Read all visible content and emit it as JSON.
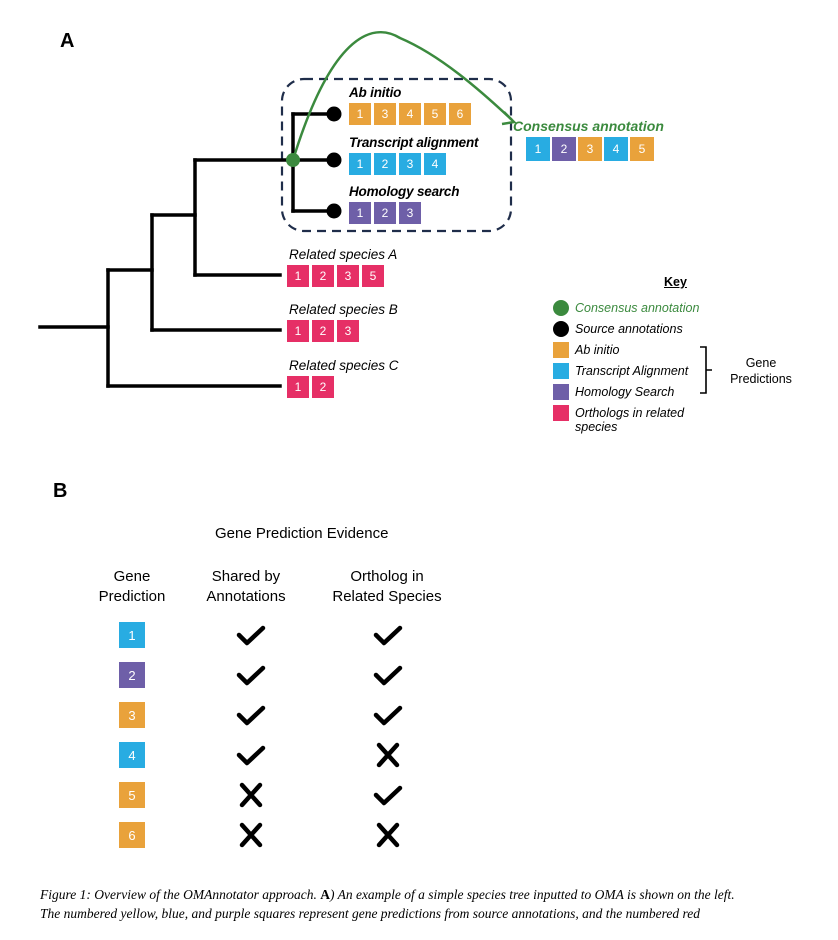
{
  "colors": {
    "ab_initio": "#e9a23b",
    "transcript": "#28ace2",
    "homology": "#6e5fa8",
    "ortholog": "#e62f66",
    "consensus": "#3b8a3e",
    "source": "#000000",
    "dashed_box": "#1f2d4a"
  },
  "panel_a": {
    "letter": "A",
    "sources": [
      {
        "label": "Ab initio",
        "type": "ab_initio",
        "boxes": [
          "1",
          "3",
          "4",
          "5",
          "6"
        ]
      },
      {
        "label": "Transcript alignment",
        "type": "transcript",
        "boxes": [
          "1",
          "2",
          "3",
          "4"
        ]
      },
      {
        "label": "Homology search",
        "type": "homology",
        "boxes": [
          "1",
          "2",
          "3"
        ]
      }
    ],
    "consensus": {
      "label": "Consensus annotation",
      "boxes": [
        {
          "n": "1",
          "type": "transcript"
        },
        {
          "n": "2",
          "type": "homology"
        },
        {
          "n": "3",
          "type": "ab_initio"
        },
        {
          "n": "4",
          "type": "transcript"
        },
        {
          "n": "5",
          "type": "ab_initio"
        }
      ]
    },
    "species": [
      {
        "label": "Related species A",
        "boxes": [
          "1",
          "2",
          "3",
          "5"
        ]
      },
      {
        "label": "Related species B",
        "boxes": [
          "1",
          "2",
          "3"
        ]
      },
      {
        "label": "Related species C",
        "boxes": [
          "1",
          "2"
        ]
      }
    ],
    "key": {
      "title": "Key",
      "items": [
        {
          "label": "Consensus annotation",
          "kind": "dot",
          "color_key": "consensus"
        },
        {
          "label": "Source annotations",
          "kind": "dot",
          "color_key": "source"
        },
        {
          "label": "Ab initio",
          "kind": "square",
          "color_key": "ab_initio"
        },
        {
          "label": "Transcript Alignment",
          "kind": "square",
          "color_key": "transcript"
        },
        {
          "label": "Homology Search",
          "kind": "square",
          "color_key": "homology"
        },
        {
          "label": "Orthologs in related",
          "label2": "species",
          "kind": "square",
          "color_key": "ortholog"
        }
      ],
      "bracket_label_1": "Gene",
      "bracket_label_2": "Predictions"
    }
  },
  "panel_b": {
    "letter": "B",
    "title": "Gene Prediction Evidence",
    "headers": [
      [
        "Gene",
        "Prediction"
      ],
      [
        "Shared by",
        "Annotations"
      ],
      [
        "Ortholog in",
        "Related Species"
      ]
    ],
    "rows": [
      {
        "n": "1",
        "type": "transcript",
        "shared": true,
        "ortholog": true
      },
      {
        "n": "2",
        "type": "homology",
        "shared": true,
        "ortholog": true
      },
      {
        "n": "3",
        "type": "ab_initio",
        "shared": true,
        "ortholog": true
      },
      {
        "n": "4",
        "type": "transcript",
        "shared": true,
        "ortholog": false
      },
      {
        "n": "5",
        "type": "ab_initio",
        "shared": false,
        "ortholog": true
      },
      {
        "n": "6",
        "type": "ab_initio",
        "shared": false,
        "ortholog": false
      }
    ]
  },
  "caption": {
    "line1_a": "Figure 1: Overview of the OMAnnotator approach. ",
    "line1_b": "A",
    "line1_c": ") An example of a simple species tree inputted to OMA is shown on the left.",
    "line2": "The numbered yellow, blue, and purple squares represent gene predictions from source annotations, and the numbered red"
  }
}
